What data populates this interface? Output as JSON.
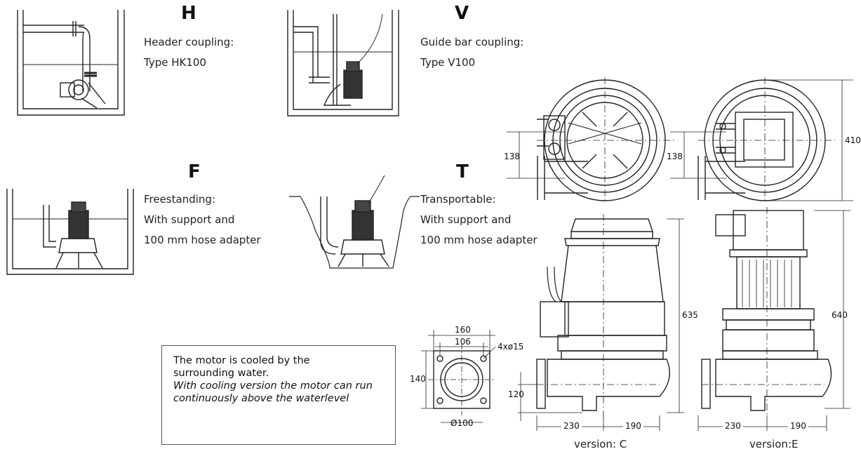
{
  "couplings": {
    "h": {
      "letter": "H",
      "line1": "Header coupling:",
      "line2": "Type HK100"
    },
    "v": {
      "letter": "V",
      "line1": "Guide bar coupling:",
      "line2": "Type V100"
    },
    "f": {
      "letter": "F",
      "line1": "Freestanding:",
      "line2": "With support and",
      "line3": "100 mm hose adapter"
    },
    "t": {
      "letter": "T",
      "line1": "Transportable:",
      "line2": "With support and",
      "line3": "100 mm hose adapter"
    }
  },
  "dimensions": {
    "offset_left": "138",
    "offset_right": "138",
    "top_height": "410",
    "height_c": "635",
    "height_e": "640",
    "flange_width": "160",
    "bolt_spacing": "106",
    "bolts": "4xø15",
    "flange_height": "140",
    "outlet_diameter": "Ø100",
    "outlet_height": "120",
    "left_c": "230",
    "right_c": "190",
    "left_e": "230",
    "right_e": "190"
  },
  "note": {
    "line1": "The motor  is cooled by the",
    "line2": "surrounding water.",
    "italic": "With cooling version the motor can run continuously above the waterlevel"
  },
  "versions": {
    "c": "version: C",
    "e": "version:E"
  }
}
